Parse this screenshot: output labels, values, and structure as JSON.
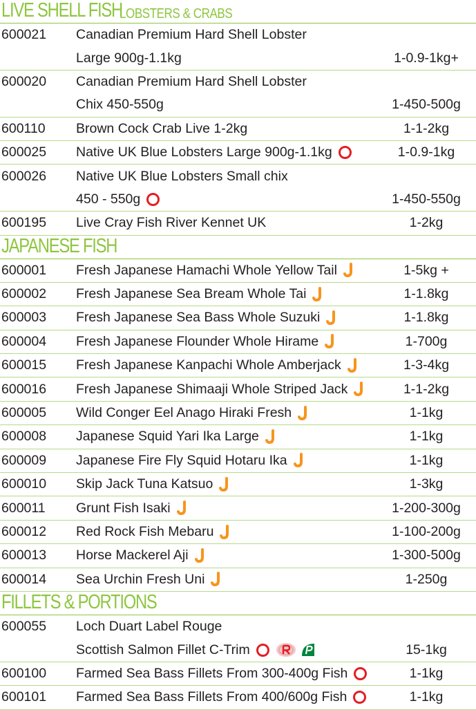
{
  "sections": [
    {
      "title": "LIVE SHELL FISH",
      "subtitle": "LOBSTERS & CRABS",
      "items": [
        {
          "code": "600021",
          "lines": [
            "Canadian Premium Hard Shell Lobster",
            "Large 900g-1.1kg"
          ],
          "weight": "1-0.9-1kg+",
          "icons": []
        },
        {
          "code": "600020",
          "lines": [
            "Canadian Premium Hard Shell Lobster",
            "Chix 450-550g"
          ],
          "weight": "1-450-500g",
          "icons": []
        },
        {
          "code": "600110",
          "lines": [
            "Brown Cock Crab Live 1-2kg"
          ],
          "weight": "1-1-2kg",
          "icons": []
        },
        {
          "code": "600025",
          "lines": [
            "Native UK Blue Lobsters Large 900g-1.1kg"
          ],
          "weight": "1-0.9-1kg",
          "icons": [
            "red-ring-icon"
          ]
        },
        {
          "code": "600026",
          "lines": [
            "Native UK Blue Lobsters Small chix",
            "450 - 550g"
          ],
          "weight": "1-450-550g",
          "icons": [
            "red-ring-icon"
          ]
        },
        {
          "code": "600195",
          "lines": [
            "Live Cray Fish River Kennet UK"
          ],
          "weight": "1-2kg",
          "icons": []
        }
      ]
    },
    {
      "title": "JAPANESE FISH",
      "subtitle": "",
      "items": [
        {
          "code": "600001",
          "lines": [
            "Fresh Japanese Hamachi Whole Yellow Tail"
          ],
          "weight": "1-5kg +",
          "icons": [
            "orange-hook-icon"
          ]
        },
        {
          "code": "600002",
          "lines": [
            "Fresh Japanese Sea Bream Whole Tai"
          ],
          "weight": "1-1.8kg",
          "icons": [
            "orange-hook-icon"
          ]
        },
        {
          "code": "600003",
          "lines": [
            "Fresh Japanese Sea Bass Whole Suzuki"
          ],
          "weight": "1-1.8kg",
          "icons": [
            "orange-hook-icon"
          ]
        },
        {
          "code": "600004",
          "lines": [
            "Fresh Japanese Flounder Whole Hirame"
          ],
          "weight": "1-700g",
          "icons": [
            "orange-hook-icon"
          ]
        },
        {
          "code": "600015",
          "lines": [
            "Fresh Japanese Kanpachi Whole Amberjack"
          ],
          "weight": "1-3-4kg",
          "icons": [
            "orange-hook-icon"
          ]
        },
        {
          "code": "600016",
          "lines": [
            "Fresh Japanese Shimaaji Whole Striped Jack"
          ],
          "weight": "1-1-2kg",
          "icons": [
            "orange-hook-icon"
          ]
        },
        {
          "code": "600005",
          "lines": [
            "Wild Conger Eel Anago Hiraki Fresh"
          ],
          "weight": "1-1kg",
          "icons": [
            "orange-hook-icon"
          ]
        },
        {
          "code": "600008",
          "lines": [
            "Japanese Squid Yari Ika Large"
          ],
          "weight": "1-1kg",
          "icons": [
            "orange-hook-icon"
          ]
        },
        {
          "code": "600009",
          "lines": [
            "Japanese Fire Fly Squid Hotaru Ika"
          ],
          "weight": "1-1kg",
          "icons": [
            "orange-hook-icon"
          ]
        },
        {
          "code": "600010",
          "lines": [
            "Skip Jack Tuna Katsuo"
          ],
          "weight": "1-3kg",
          "icons": [
            "orange-hook-icon"
          ]
        },
        {
          "code": "600011",
          "lines": [
            "Grunt Fish Isaki"
          ],
          "weight": "1-200-300g",
          "icons": [
            "orange-hook-icon"
          ]
        },
        {
          "code": "600012",
          "lines": [
            "Red Rock Fish Mebaru"
          ],
          "weight": "1-100-200g",
          "icons": [
            "orange-hook-icon"
          ]
        },
        {
          "code": "600013",
          "lines": [
            "Horse Mackerel Aji"
          ],
          "weight": "1-300-500g",
          "icons": [
            "orange-hook-icon"
          ]
        },
        {
          "code": "600014",
          "lines": [
            "Sea Urchin Fresh Uni"
          ],
          "weight": "1-250g",
          "icons": [
            "orange-hook-icon"
          ]
        }
      ]
    },
    {
      "title": "FILLETS & PORTIONS",
      "subtitle": "",
      "items": [
        {
          "code": "600055",
          "lines": [
            "Loch Duart Label Rouge",
            "Scottish Salmon Fillet C-Trim"
          ],
          "weight": "15-1kg",
          "icons": [
            "red-ring-icon",
            "label-rouge-icon",
            "green-p-icon"
          ]
        },
        {
          "code": "600100",
          "lines": [
            "Farmed Sea Bass Fillets From 300-400g Fish"
          ],
          "weight": "1-1kg",
          "icons": [
            "red-ring-icon"
          ]
        },
        {
          "code": "600101",
          "lines": [
            "Farmed Sea Bass Fillets From 400/600g Fish"
          ],
          "weight": "1-1kg",
          "icons": [
            "red-ring-icon"
          ]
        }
      ]
    }
  ],
  "colors": {
    "section_green": "#8dc63f",
    "divider_green": "#b6d98a",
    "ring_red": "#e31e24",
    "hook_orange": "#f7941d",
    "p_green": "#00843d",
    "text": "#231f20"
  }
}
